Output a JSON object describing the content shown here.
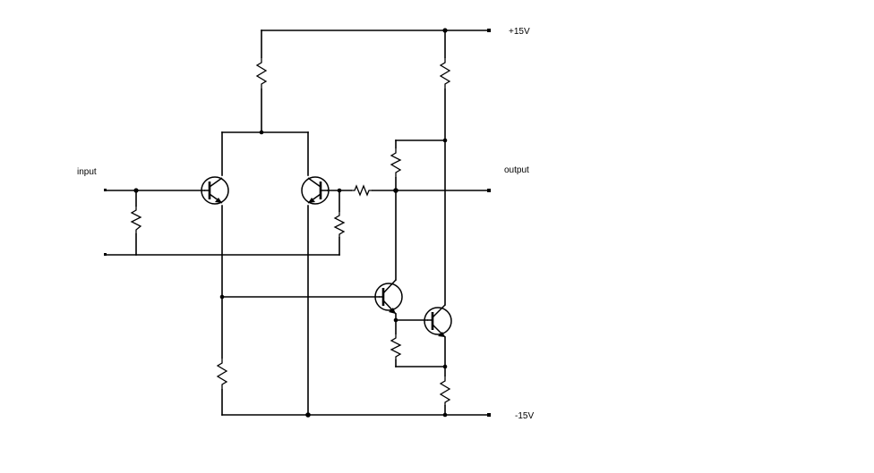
{
  "labels": {
    "vplus": "+15V",
    "vminus": "-15V",
    "input": "input",
    "output": "output"
  },
  "colors": {
    "background": "#ffffff",
    "ink": "#000000"
  }
}
